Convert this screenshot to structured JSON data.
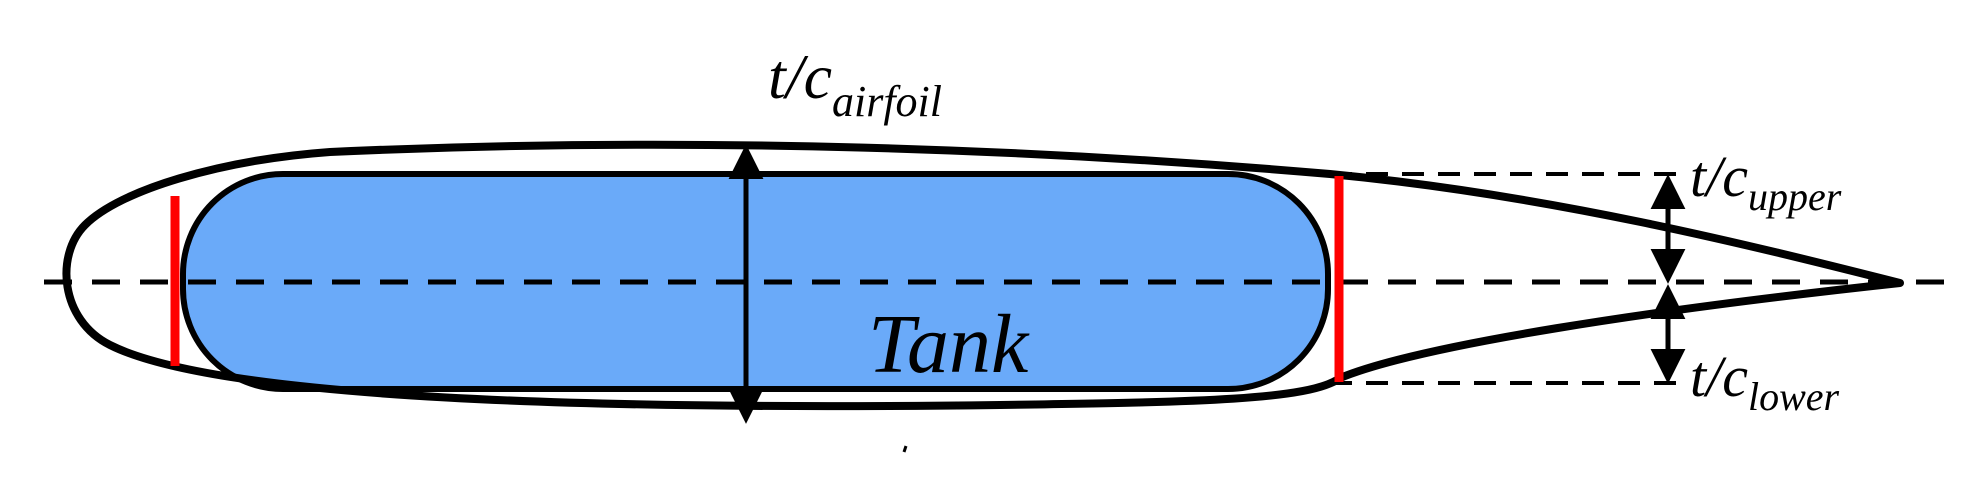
{
  "labels": {
    "airfoil_main": "t/c",
    "airfoil_sub": "airfoil",
    "upper_main": "t/c",
    "upper_sub": "upper",
    "lower_main": "t/c",
    "lower_sub": "lower",
    "tank": "Tank"
  },
  "colors": {
    "outline": "#000000",
    "tank_fill": "#6aaaf9",
    "bulkhead": "#ff0000",
    "background": "#ffffff"
  }
}
